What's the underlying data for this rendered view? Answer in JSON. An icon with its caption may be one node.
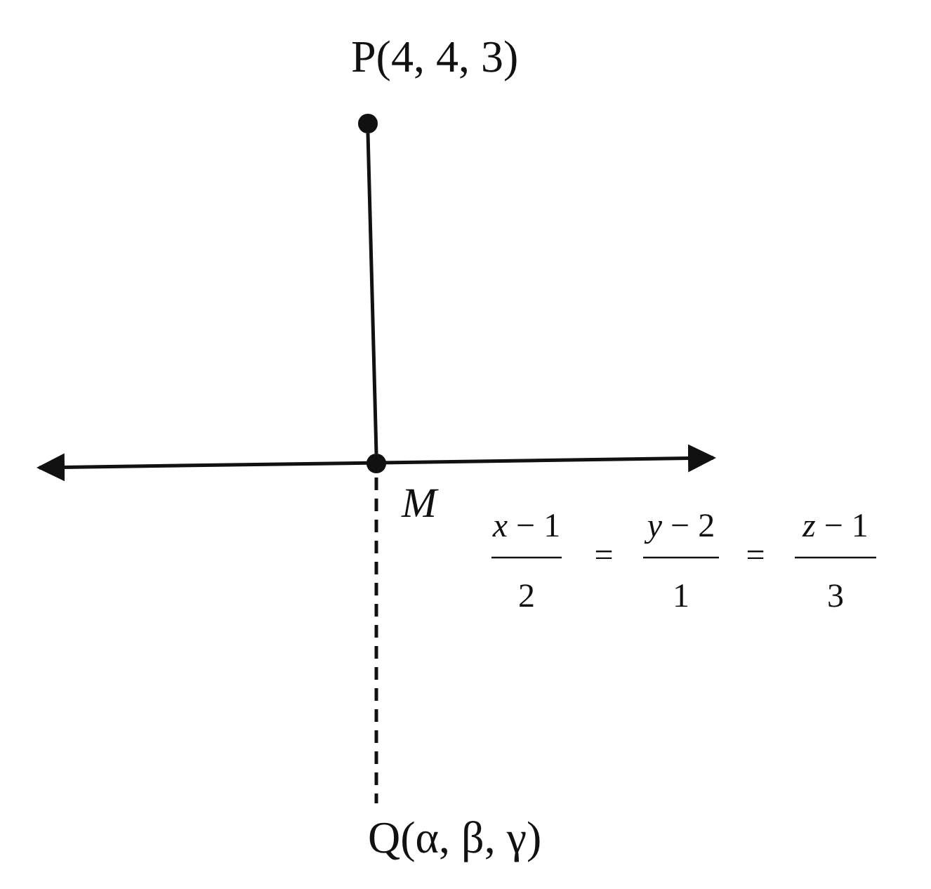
{
  "diagram": {
    "nodes": [
      {
        "text": [
          "P(4, 4, 3)"
        ]
      },
      {
        "text": [
          "M"
        ]
      },
      {
        "text": [
          "Q(α, β, γ)"
        ]
      }
    ],
    "edges": [
      {
        "from": 0,
        "to": 1,
        "arrow": "none"
      },
      {
        "from": 1,
        "to": 2,
        "arrow": "none",
        "style": "dashed"
      }
    ],
    "labels": [
      "*x* − 1",
      "2",
      "=",
      "*y* − 2",
      "1",
      "=",
      "*z* − 1",
      "3"
    ]
  }
}
